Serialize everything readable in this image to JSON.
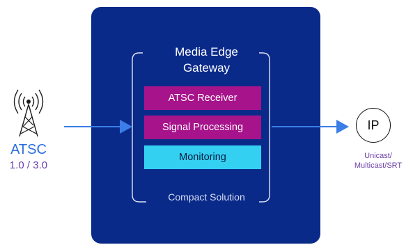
{
  "source": {
    "title": "ATSC",
    "version": "1.0 / 3.0",
    "icon": "broadcast-antenna-icon"
  },
  "gateway": {
    "title_line1": "Media Edge",
    "title_line2": "Gateway",
    "blocks": [
      {
        "label": "ATSC Receiver",
        "color": "#a6138a"
      },
      {
        "label": "Signal Processing",
        "color": "#a6138a"
      },
      {
        "label": "Monitoring",
        "color": "#33d0f2"
      }
    ],
    "footer": "Compact Solution",
    "panel_color": "#0a2a8a"
  },
  "output": {
    "label": "IP",
    "note_line1": "Unicast/",
    "note_line2": "Multicast/SRT"
  },
  "colors": {
    "arrow": "#3b7ee8",
    "accent_purple": "#6b3fa8"
  }
}
